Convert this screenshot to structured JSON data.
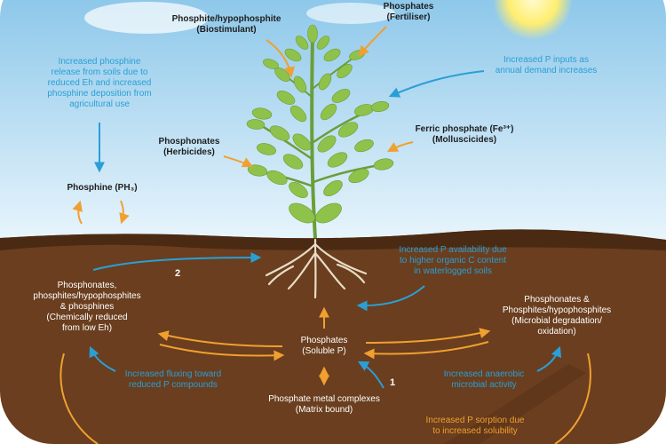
{
  "labels": {
    "phosphite_biostimulant": [
      "Phosphite/hypophosphite",
      "(Biostimulant)"
    ],
    "phosphates_fertiliser": [
      "Phosphates",
      "(Fertiliser)"
    ],
    "increased_phosphine_release": [
      "Increased phosphine",
      "release from soils due to",
      "reduced Eh and increased",
      "phosphine deposition from",
      "agricultural use"
    ],
    "increased_p_inputs": [
      "Increased P inputs as",
      "annual demand increases"
    ],
    "ferric_phosphate": [
      "Ferric phosphate (Fe³⁺)",
      "(Molluscicides)"
    ],
    "phosphonates_herbicides": [
      "Phosphonates",
      "(Herbicides)"
    ],
    "phosphine": "Phosphine (PH₃)",
    "step_2": "2",
    "increased_p_availability": [
      "Increased P availability due",
      "to higher organic C content",
      "in waterlogged soils"
    ],
    "left_compounds": [
      "Phosphonates,",
      "phosphites/hypophosphites",
      "& phosphines",
      "(Chemically reduced",
      "from low Eh)"
    ],
    "right_compounds": [
      "Phosphonates &",
      "Phosphites/hypophosphites",
      "(Microbial degradation/",
      "oxidation)"
    ],
    "phosphates_soluble": [
      "Phosphates",
      "(Soluble P)"
    ],
    "increased_fluxing": [
      "Increased fluxing toward",
      "reduced P compounds"
    ],
    "increased_anaerobic": [
      "Increased anaerobic",
      "microbial activity"
    ],
    "step_1": "1",
    "phosphate_metal_complexes": [
      "Phosphate metal complexes",
      "(Matrix bound)"
    ],
    "increased_p_sorption": [
      "Increased P sorption due",
      "to increased solubility"
    ]
  },
  "colors": {
    "sky_top": "#8ec8ea",
    "sky_bottom": "#e9f5fc",
    "soil": "#6a3e1e",
    "soil_surface": "#4a2a12",
    "leaf": "#8fc24a",
    "stem": "#6a9e3a",
    "root": "#e8dcc6",
    "orange_arrow": "#f0a030",
    "blue_arrow": "#2a9fd6",
    "sun": "#ffee70"
  }
}
